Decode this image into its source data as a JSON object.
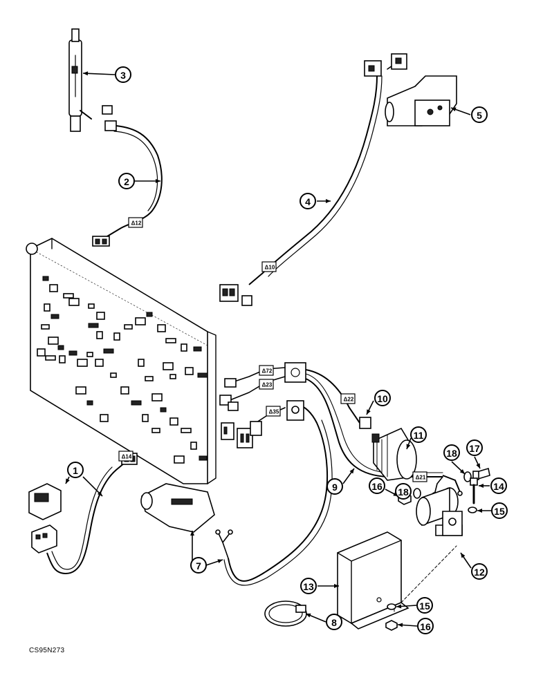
{
  "figure_code": "CS95N273",
  "callouts": [
    "1",
    "2",
    "3",
    "4",
    "5",
    "7",
    "8",
    "9",
    "10",
    "11",
    "12",
    "13",
    "14",
    "15",
    "15",
    "16",
    "16",
    "17",
    "18",
    "18"
  ],
  "wire_tags": [
    "12",
    "10",
    "14",
    "72",
    "23",
    "35",
    "22",
    "21"
  ]
}
